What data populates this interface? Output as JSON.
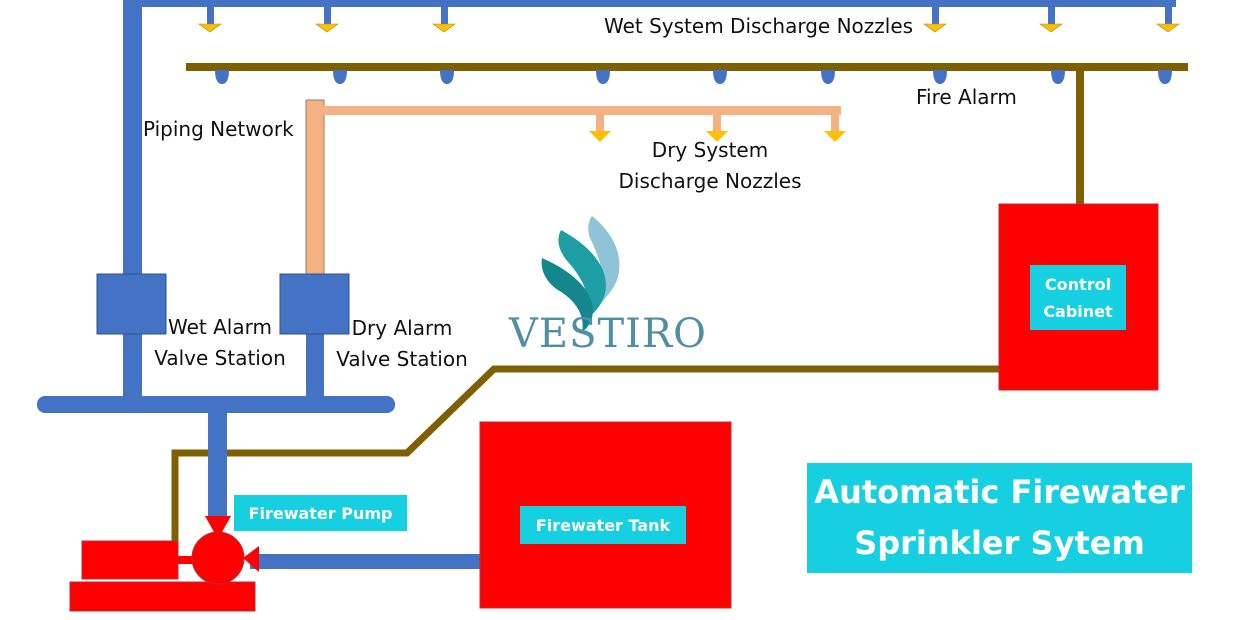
{
  "diagram": {
    "title": "Automatic Firewater Sprinkler Sytem",
    "title_lines": [
      "Automatic Firewater",
      "Sprinkler Sytem"
    ],
    "labels": {
      "wet_nozzles": "Wet System Discharge Nozzles",
      "fire_alarm": "Fire Alarm",
      "piping_network": "Piping Network",
      "dry_nozzles_line1": "Dry System",
      "dry_nozzles_line2": "Discharge Nozzles",
      "wet_valve_line1": "Wet Alarm",
      "wet_valve_line2": "Valve Station",
      "dry_valve_line1": "Dry Alarm",
      "dry_valve_line2": "Valve Station"
    },
    "components": {
      "control_cabinet_line1": "Control",
      "control_cabinet_line2": "Cabinet",
      "firewater_pump": "Firewater Pump",
      "firewater_tank": "Firewater Tank"
    },
    "logo": {
      "text": "VESTIRO",
      "icon": "flame-leaf-logo-icon"
    },
    "counts": {
      "wet_nozzles": 6,
      "fire_alarm_detectors": 9,
      "dry_nozzles": 3
    },
    "colors": {
      "water_pipe": "#4472c4",
      "dry_pipe": "#f4b183",
      "alarm_wire": "#7f6000",
      "equipment": "#ff0000",
      "label_box": "#16cfe0",
      "nozzle": "#ffc000",
      "detector": "#4472c4",
      "logo": "#4e8fa6"
    }
  }
}
